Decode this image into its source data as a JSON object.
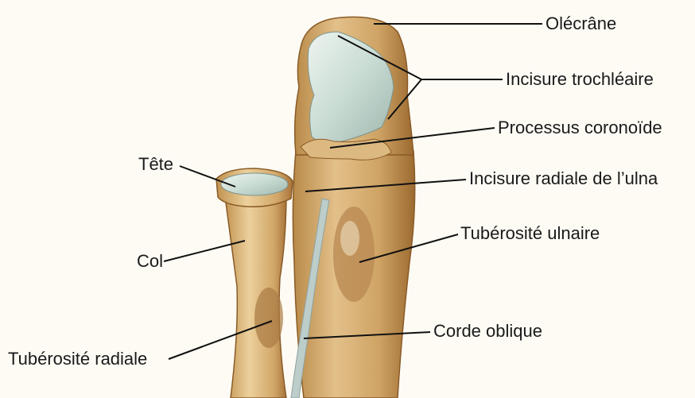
{
  "labels": {
    "olecrane": "Olécrâne",
    "incisure_trochleaire": "Incisure trochléaire",
    "processus_coronoide": "Processus coronoïde",
    "incisure_radiale": "Incisure radiale de l’ulna",
    "tuberosite_ulnaire": "Tubérosité ulnaire",
    "corde_oblique": "Corde oblique",
    "tete": "Tête",
    "col": "Col",
    "tuberosite_radiale": "Tubérosité radiale"
  },
  "colors": {
    "background": "#fdfbf4",
    "bone": "#d7b074",
    "bone_shadow": "#a9773a",
    "cartilage": "#cfe0d8",
    "ligament": "#b9c9c8",
    "leader_line": "#111111"
  }
}
